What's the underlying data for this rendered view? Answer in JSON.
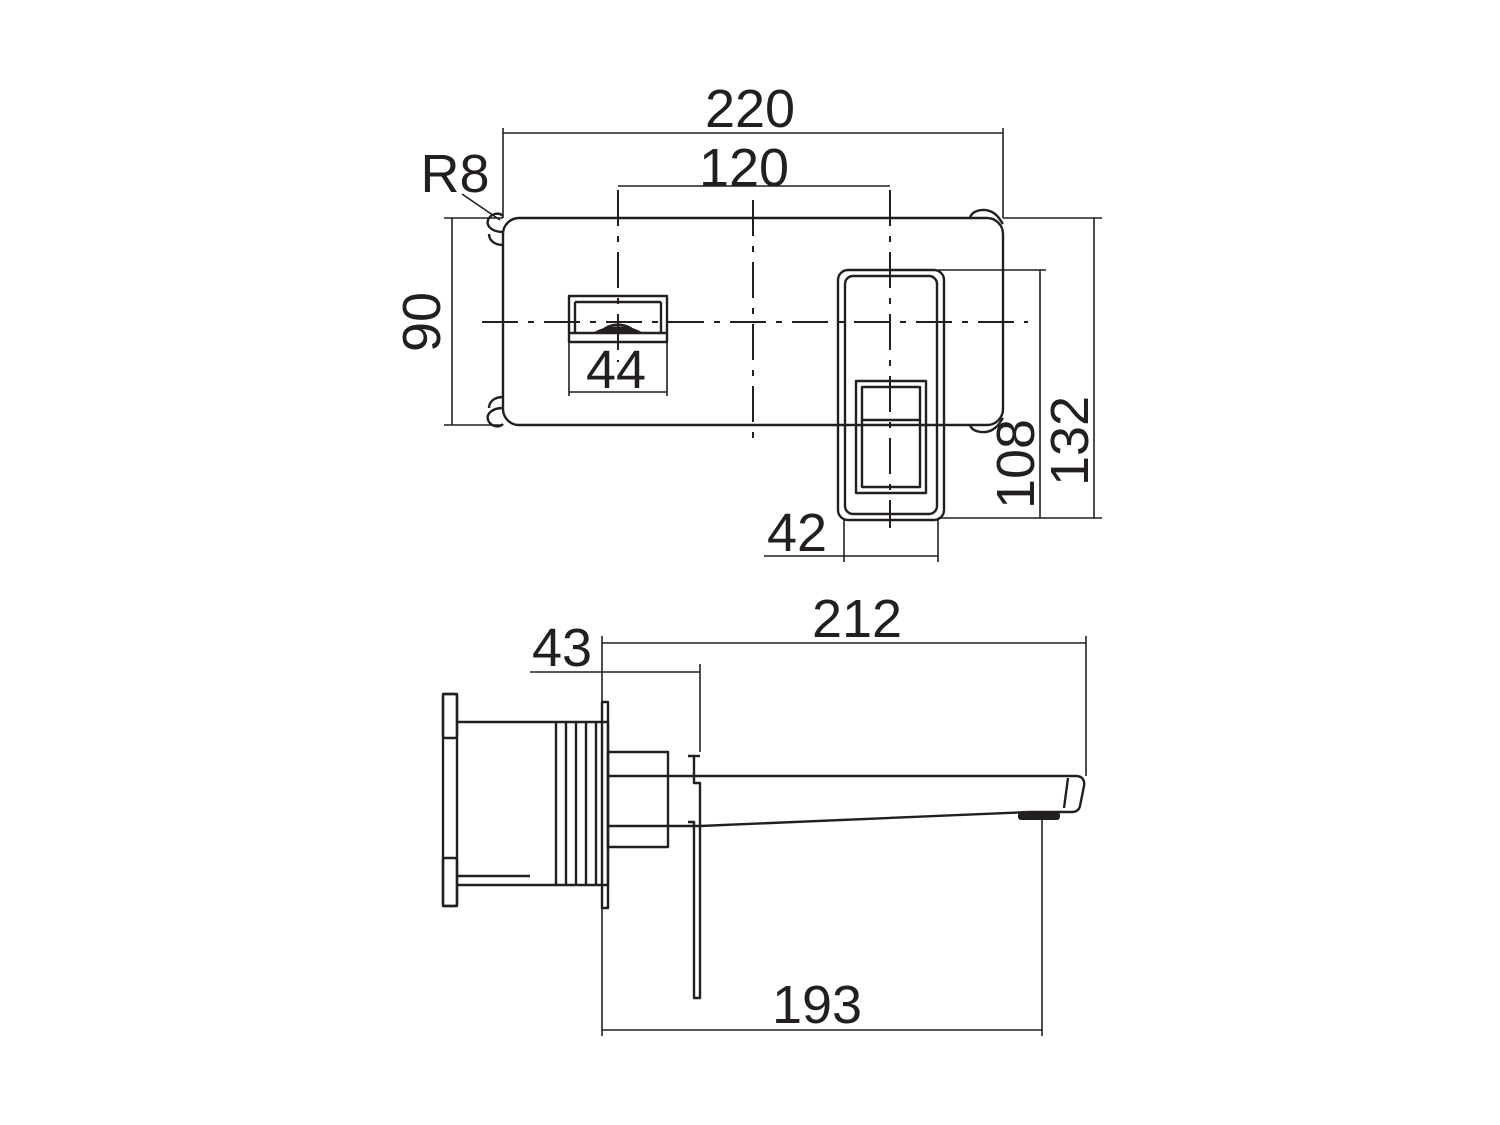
{
  "top_view": {
    "dim_width_overall": "220",
    "dim_handle_spacing": "120",
    "dim_corner_radius": "R8",
    "dim_height_plate": "90",
    "dim_spout_width": "44",
    "dim_handle_width": "42",
    "dim_handle_height": "108",
    "dim_height_overall": "132"
  },
  "side_view": {
    "dim_projection": "212",
    "dim_wall_offset": "43",
    "dim_spout_reach": "193"
  }
}
